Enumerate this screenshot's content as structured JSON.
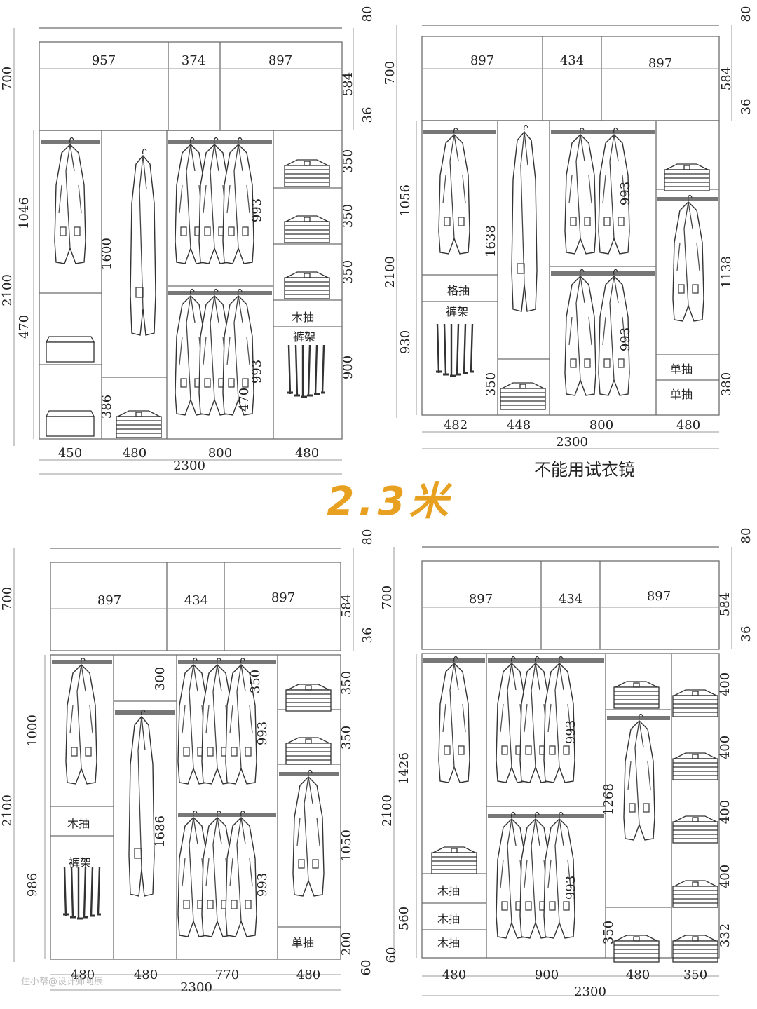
{
  "headline": "2.3米",
  "watermark": "住小帮@设计师阿辰",
  "colors": {
    "accent": "#e8a020",
    "line": "#6d6d6d"
  },
  "plans": [
    {
      "id": "top-left",
      "top_widths": [
        "957",
        "374",
        "897"
      ],
      "heights_left": [
        "700",
        "2100",
        "1046",
        "470"
      ],
      "heights_right": [
        "80",
        "584",
        "36",
        "350",
        "350",
        "350",
        "900"
      ],
      "inner_dims": [
        "1600",
        "386",
        "993",
        "993",
        "470"
      ],
      "bottom_widths": [
        "450",
        "480",
        "800",
        "480"
      ],
      "total": "2300",
      "labels": [
        "木抽",
        "裤架"
      ],
      "caption": ""
    },
    {
      "id": "top-right",
      "top_widths": [
        "897",
        "434",
        "897"
      ],
      "heights_left": [
        "700",
        "2100",
        "1056",
        "930"
      ],
      "heights_right": [
        "80",
        "584",
        "36",
        "1138",
        "380"
      ],
      "inner_dims": [
        "1638",
        "350",
        "993",
        "993"
      ],
      "bottom_widths": [
        "482",
        "448",
        "800",
        "480"
      ],
      "total": "2300",
      "labels": [
        "格抽",
        "裤架",
        "单抽",
        "单抽"
      ],
      "caption": "不能用试衣镜"
    },
    {
      "id": "bottom-left",
      "top_widths": [
        "897",
        "434",
        "897"
      ],
      "heights_left": [
        "700",
        "2100",
        "1000",
        "986"
      ],
      "heights_right": [
        "80",
        "584",
        "36",
        "350",
        "350",
        "1050",
        "200",
        "60"
      ],
      "inner_dims": [
        "300",
        "1686",
        "350",
        "993",
        "993"
      ],
      "bottom_widths": [
        "480",
        "480",
        "770",
        "480"
      ],
      "total": "2300",
      "labels": [
        "木抽",
        "裤架",
        "单抽"
      ],
      "caption": ""
    },
    {
      "id": "bottom-right",
      "top_widths": [
        "897",
        "434",
        "897"
      ],
      "heights_left": [
        "700",
        "2100",
        "1426",
        "560",
        "60"
      ],
      "heights_right": [
        "80",
        "584",
        "36",
        "400",
        "400",
        "400",
        "400",
        "332"
      ],
      "inner_dims": [
        "993",
        "993",
        "1268",
        "350"
      ],
      "bottom_widths": [
        "480",
        "900",
        "480",
        "350"
      ],
      "total": "2300",
      "labels": [
        "木抽",
        "木抽",
        "木抽"
      ],
      "caption": ""
    }
  ]
}
